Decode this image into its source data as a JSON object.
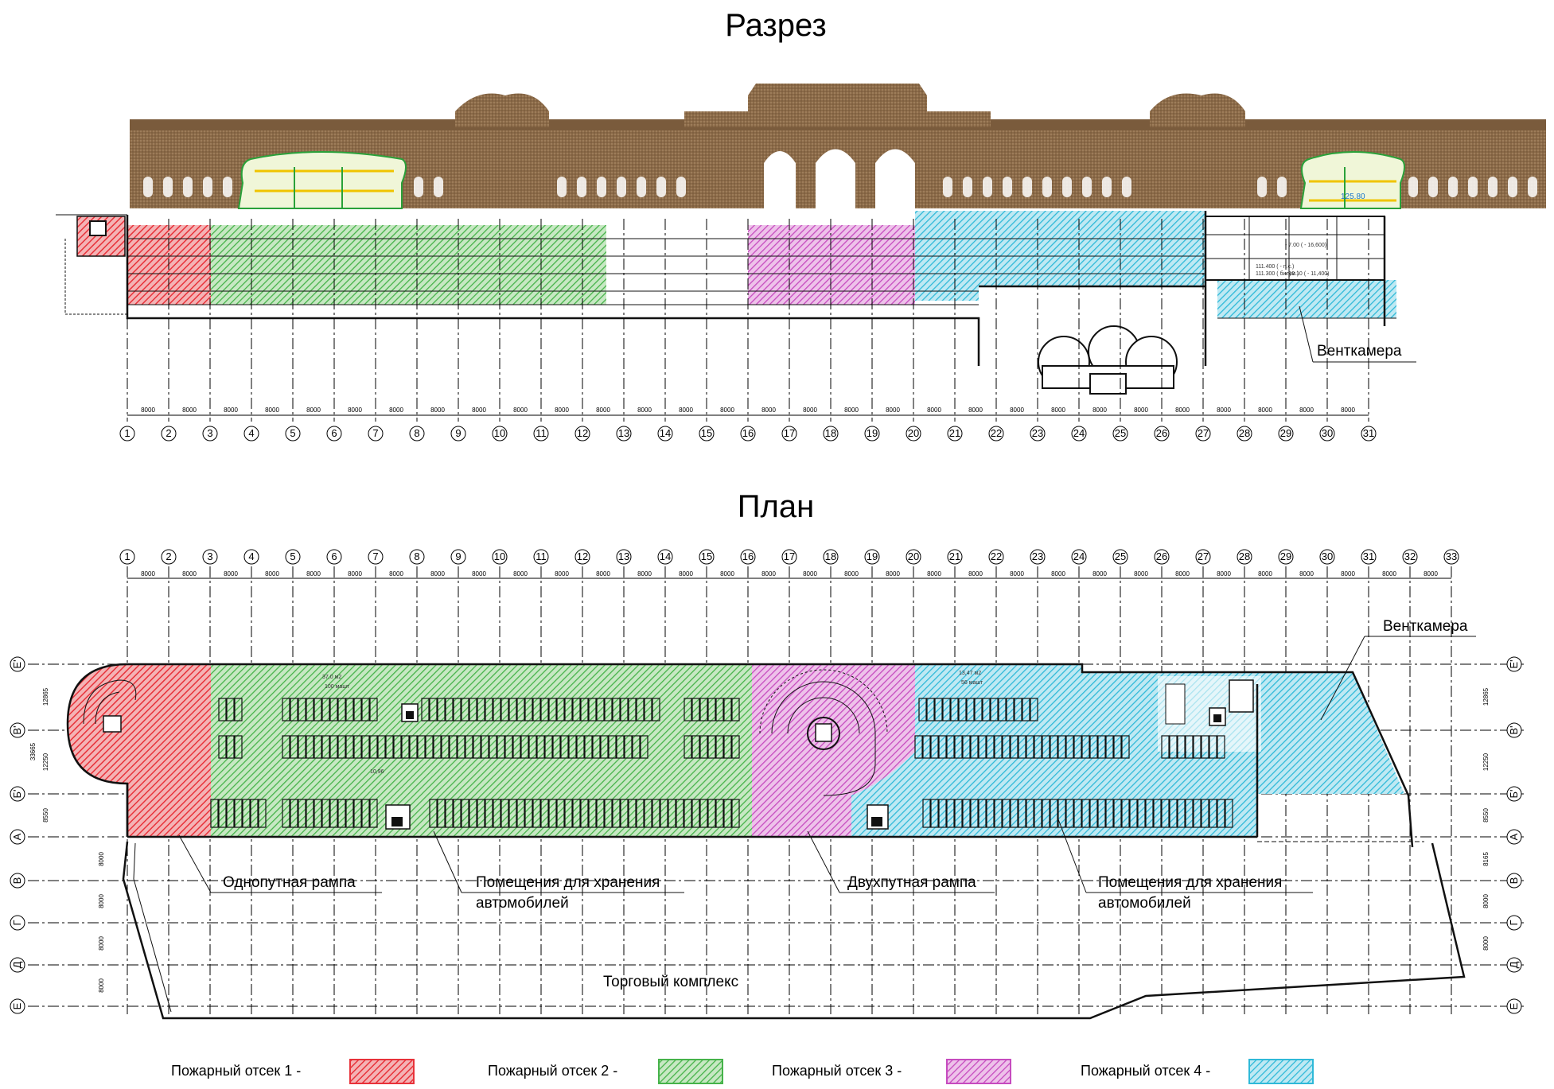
{
  "section_view": {
    "title": "Разрез",
    "ventchamber_label": "Венткамера",
    "axis_labels": [
      "1",
      "2",
      "3",
      "4",
      "5",
      "6",
      "7",
      "8",
      "9",
      "10",
      "11",
      "12",
      "13",
      "14",
      "15",
      "16",
      "17",
      "18",
      "19",
      "20",
      "21",
      "22",
      "23",
      "24",
      "25",
      "26",
      "27",
      "28",
      "29",
      "30",
      "31"
    ],
    "span_label": "8000",
    "elevation_top": "125.80",
    "elevation_notes": [
      "- 7.00 ( - 16,600)",
      "111.400 ( - n.c.)",
      "111.300 ( битум )",
      "- 12.10 ( - 11,400)"
    ]
  },
  "plan_view": {
    "title": "План",
    "axis_labels": [
      "1",
      "2",
      "3",
      "4",
      "5",
      "6",
      "7",
      "8",
      "9",
      "10",
      "11",
      "12",
      "13",
      "14",
      "15",
      "16",
      "17",
      "18",
      "19",
      "20",
      "21",
      "22",
      "23",
      "24",
      "25",
      "26",
      "27",
      "28",
      "29",
      "30",
      "31",
      "32",
      "33"
    ],
    "span_label": "8000",
    "row_labels": [
      "Е'",
      "В'",
      "Б'",
      "А",
      "В",
      "Г",
      "Д",
      "Е"
    ],
    "left_dims": [
      "12865",
      "12250",
      "8550",
      "33665",
      "8000",
      "8000",
      "8000",
      "8000"
    ],
    "right_dims": [
      "12865",
      "12250",
      "8550",
      "8165",
      "8000",
      "8000"
    ],
    "area_notes": [
      "37,0 м2",
      "100 машт",
      "10,96",
      "13,47 м2",
      "56 машт"
    ],
    "callouts": {
      "ventchamber": "Венткамера",
      "single_ramp": "Однопутная рампа",
      "storage_left_line1": "Помещения для хранения",
      "storage_left_line2": "автомобилей",
      "double_ramp": "Двухпутная рампа",
      "storage_right_line1": "Помещения для хранения",
      "storage_right_line2": "автомобилей",
      "trade_complex": "Торговый комплекс"
    }
  },
  "legend": {
    "items": [
      {
        "label": "Пожарный отсек 1 -",
        "color": "#e8323a"
      },
      {
        "label": "Пожарный отсек 2 -",
        "color": "#46b34a"
      },
      {
        "label": "Пожарный отсек 3 -",
        "color": "#c64bbf"
      },
      {
        "label": "Пожарный отсек 4 -",
        "color": "#2fb9d8"
      }
    ]
  },
  "colors": {
    "facade": "#8b6a48",
    "zone1": "#e8323a",
    "zone2": "#46b34a",
    "zone3": "#c64bbf",
    "zone4": "#2fb9d8"
  }
}
